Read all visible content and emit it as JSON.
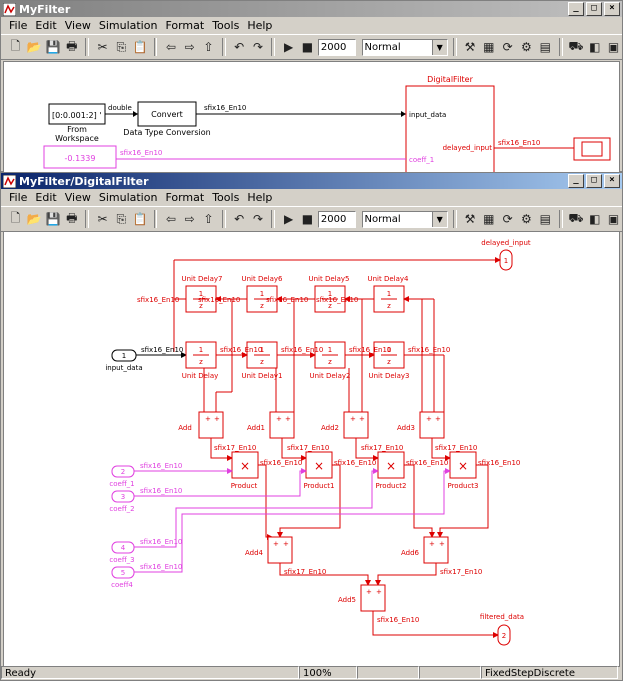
{
  "win1": {
    "title": "MyFilter",
    "menu": [
      "File",
      "Edit",
      "View",
      "Simulation",
      "Format",
      "Tools",
      "Help"
    ],
    "stop_time": "2000",
    "sim_mode": "Normal",
    "blocks": {
      "from_ws_value": "[0:0.001:2] '",
      "from_ws_label1": "From",
      "from_ws_label2": "Workspace",
      "sig_double": "double",
      "convert": "Convert",
      "convert_label": "Data Type Conversion",
      "sig_convert_out": "sfix16_En10",
      "digital_filter": "DigitalFilter",
      "port_input_data": "input_data",
      "port_delayed_input": "delayed_input",
      "port_coeff_1": "coeff_1",
      "sig_delayed": "sfix16_En10",
      "const_value": "-0.1339",
      "sig_const": "sfix16_En10"
    }
  },
  "win2": {
    "title": "MyFilter/DigitalFilter",
    "menu": [
      "File",
      "Edit",
      "View",
      "Simulation",
      "Format",
      "Tools",
      "Help"
    ],
    "stop_time": "2000",
    "sim_mode": "Normal",
    "diagram": {
      "delayed_input": "delayed_input",
      "out1": "1",
      "unit_delay7": "Unit Delay7",
      "unit_delay6": "Unit Delay6",
      "unit_delay5": "Unit Delay5",
      "unit_delay4": "Unit Delay4",
      "unit_delay": "Unit Delay",
      "unit_delay1": "Unit Delay1",
      "unit_delay2": "Unit Delay2",
      "unit_delay3": "Unit Delay3",
      "in1": "1",
      "input_data": "input_data",
      "add": "Add",
      "add1": "Add1",
      "add2": "Add2",
      "add3": "Add3",
      "product": "Product",
      "product1": "Product1",
      "product2": "Product2",
      "product3": "Product3",
      "in2": "2",
      "coeff_1": "coeff_1",
      "in3": "3",
      "coeff_2": "coeff_2",
      "in4": "4",
      "coeff_3": "coeff_3",
      "in5": "5",
      "coeff4": "coeff4",
      "add4": "Add4",
      "add6": "Add6",
      "add5": "Add5",
      "filtered_data": "filtered_data",
      "out2": "2",
      "sfix16": "sfix16_En10",
      "sfix17": "sfix17_En10",
      "one": "1",
      "z": "z",
      "plus": "+"
    }
  },
  "status": {
    "ready": "Ready",
    "zoom": "100%",
    "solver": "FixedStepDiscrete"
  }
}
